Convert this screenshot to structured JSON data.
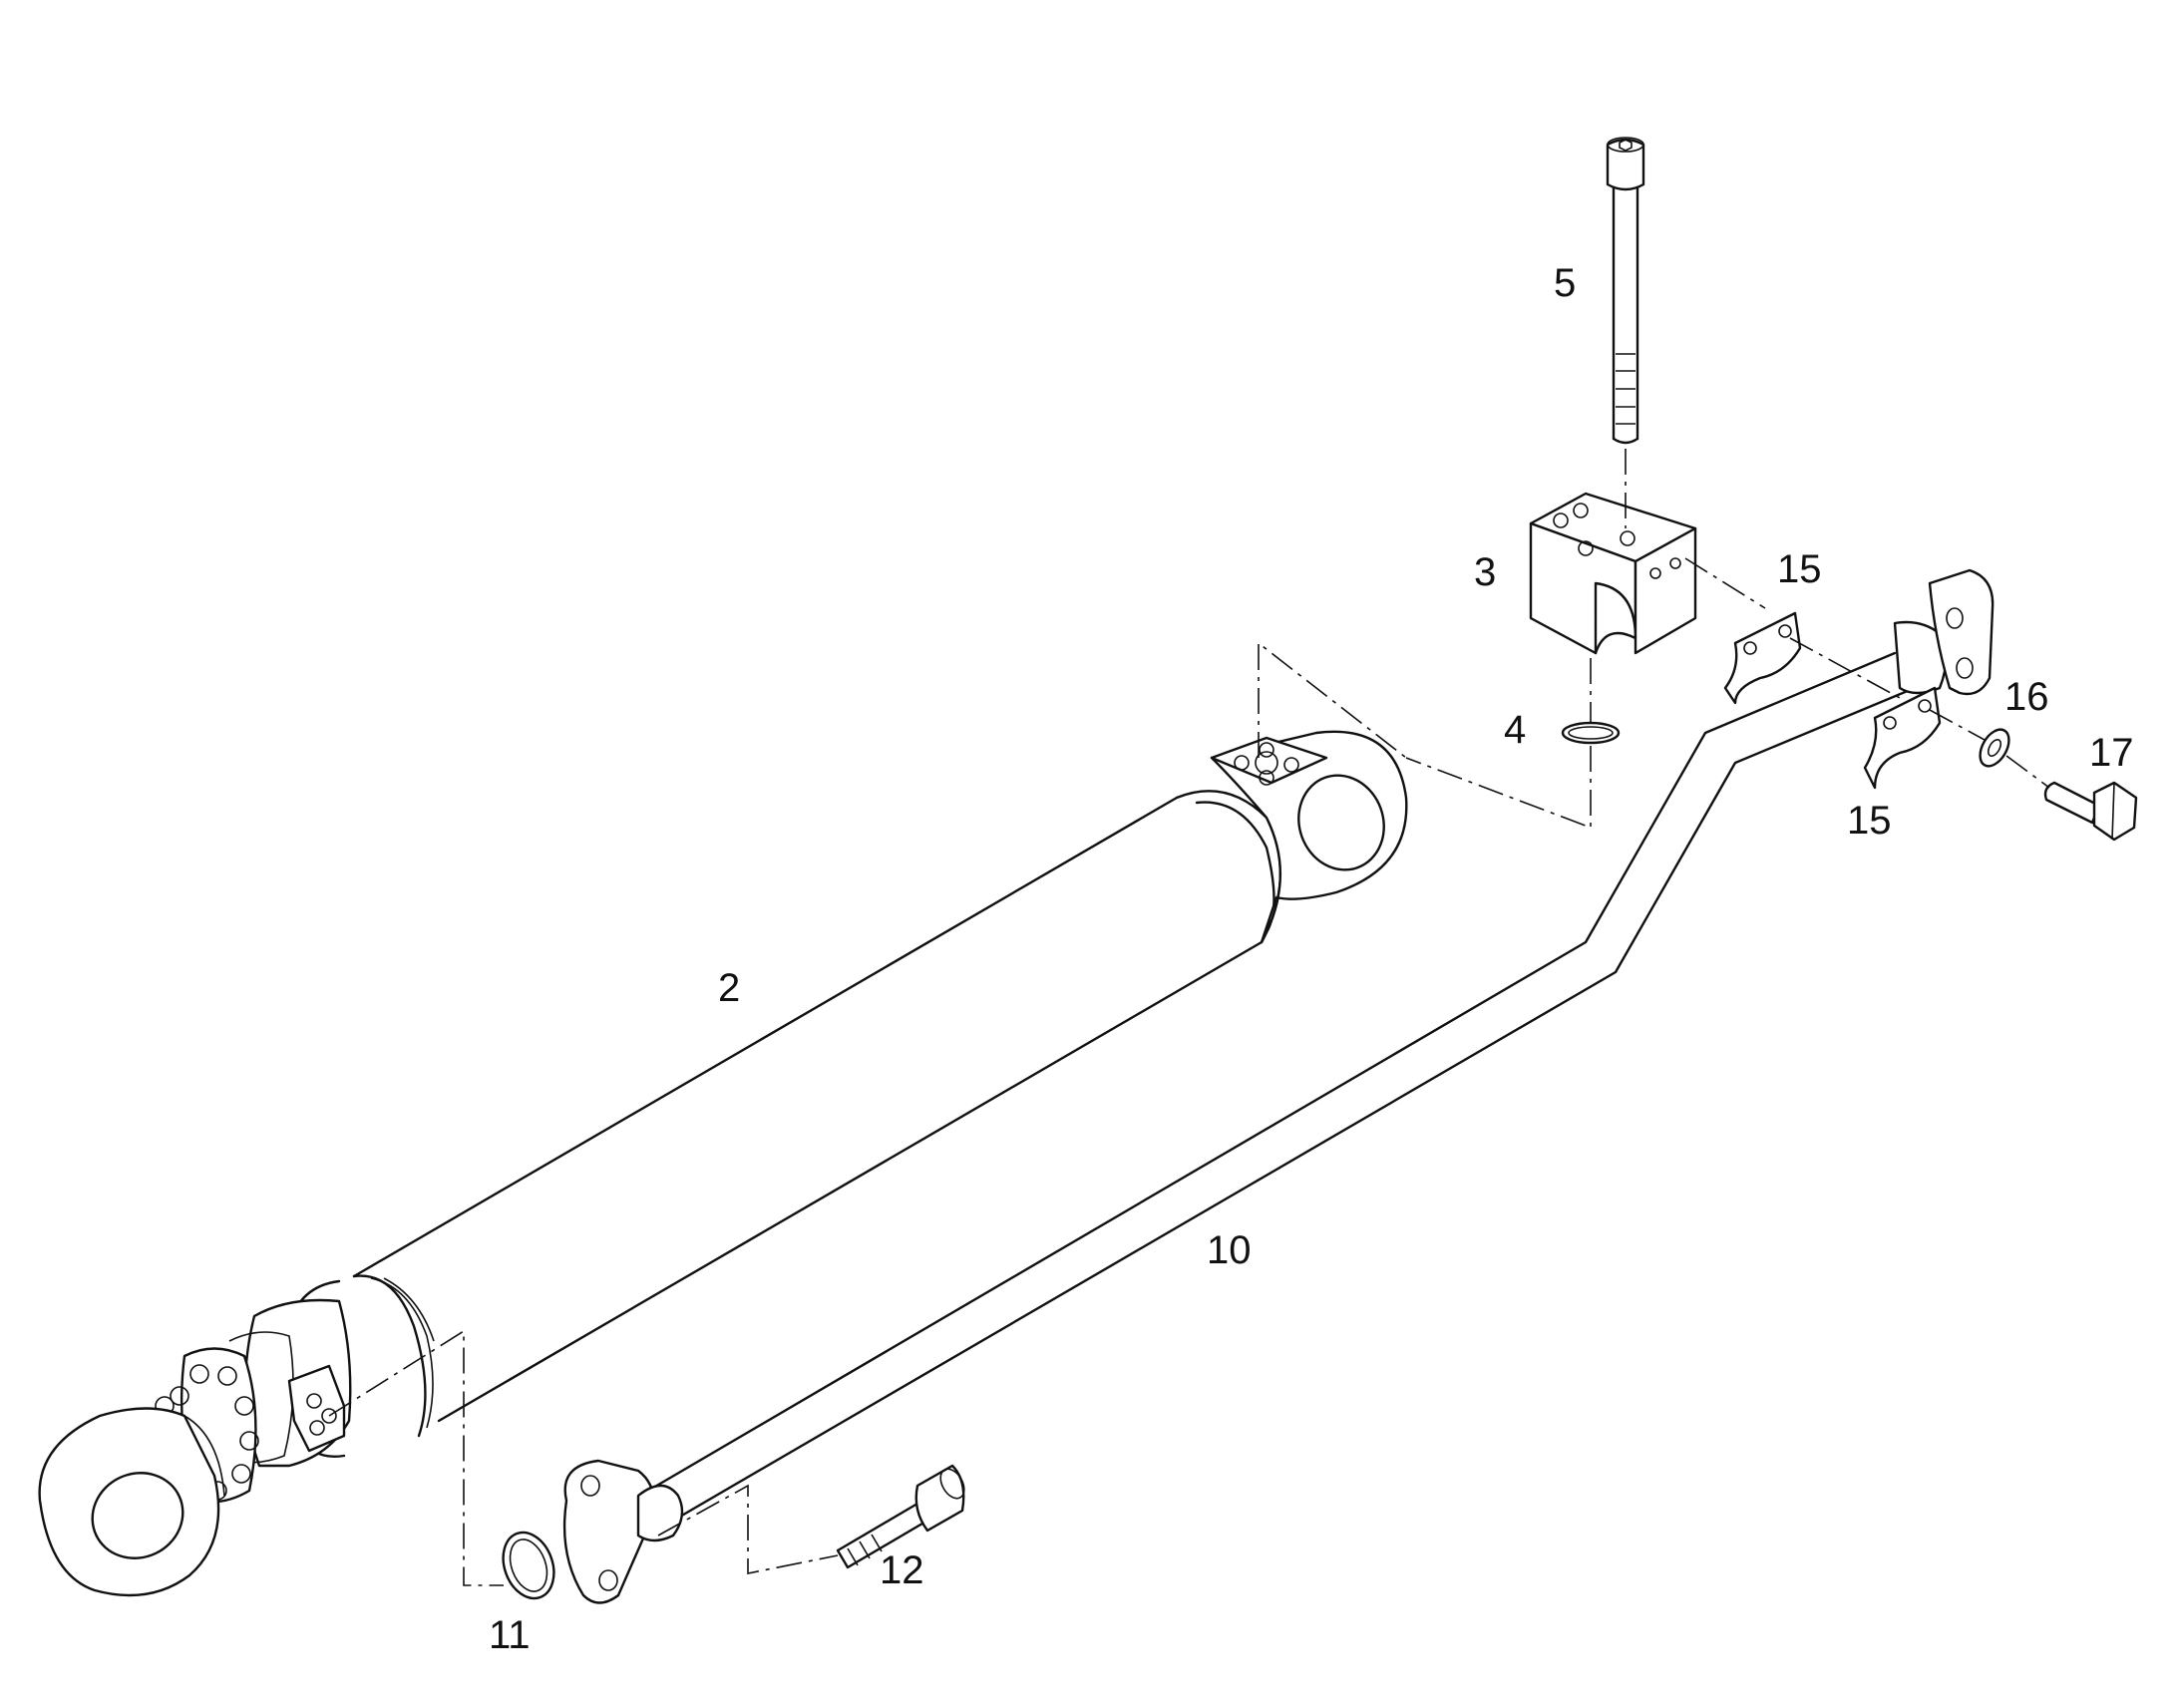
{
  "diagram": {
    "callouts": {
      "c2": "2",
      "c3": "3",
      "c4": "4",
      "c5": "5",
      "c10": "10",
      "c11": "11",
      "c12": "12",
      "c15a": "15",
      "c15b": "15",
      "c16": "16",
      "c17": "17"
    }
  }
}
